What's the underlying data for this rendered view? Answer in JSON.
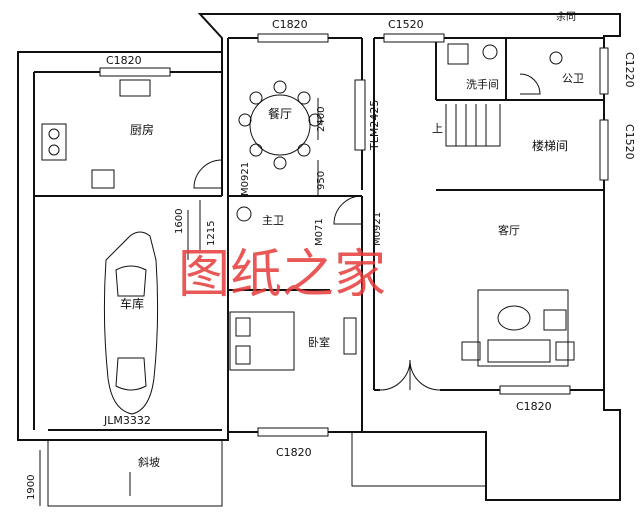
{
  "rooms": {
    "kitchen": "厨房",
    "dining": "餐厅",
    "garage": "车库",
    "master_bath": "主卫",
    "bedroom": "卧室",
    "wash": "洗手间",
    "public_wc": "公卫",
    "stair_room": "楼梯间",
    "living": "客厅",
    "slope": "斜坡",
    "leftover": "余同"
  },
  "windows": {
    "top_left": "C1820",
    "top_mid": "C1820",
    "top_right": "C1520",
    "right_upper": "C1220",
    "right_mid": "C1520",
    "bottom_mid": "C1820",
    "bottom_right": "C1820"
  },
  "doors": {
    "dining_door": "M0921",
    "bath_door": "M071",
    "bed_door": "M0921",
    "sliding": "TLM2425",
    "garage_door": "JLM3332"
  },
  "dimensions": {
    "d2400": "2400",
    "d950": "950",
    "d1215": "1215",
    "d1600": "1600",
    "d1900": "1900"
  },
  "stair_up": "上",
  "watermark": "图纸之家"
}
